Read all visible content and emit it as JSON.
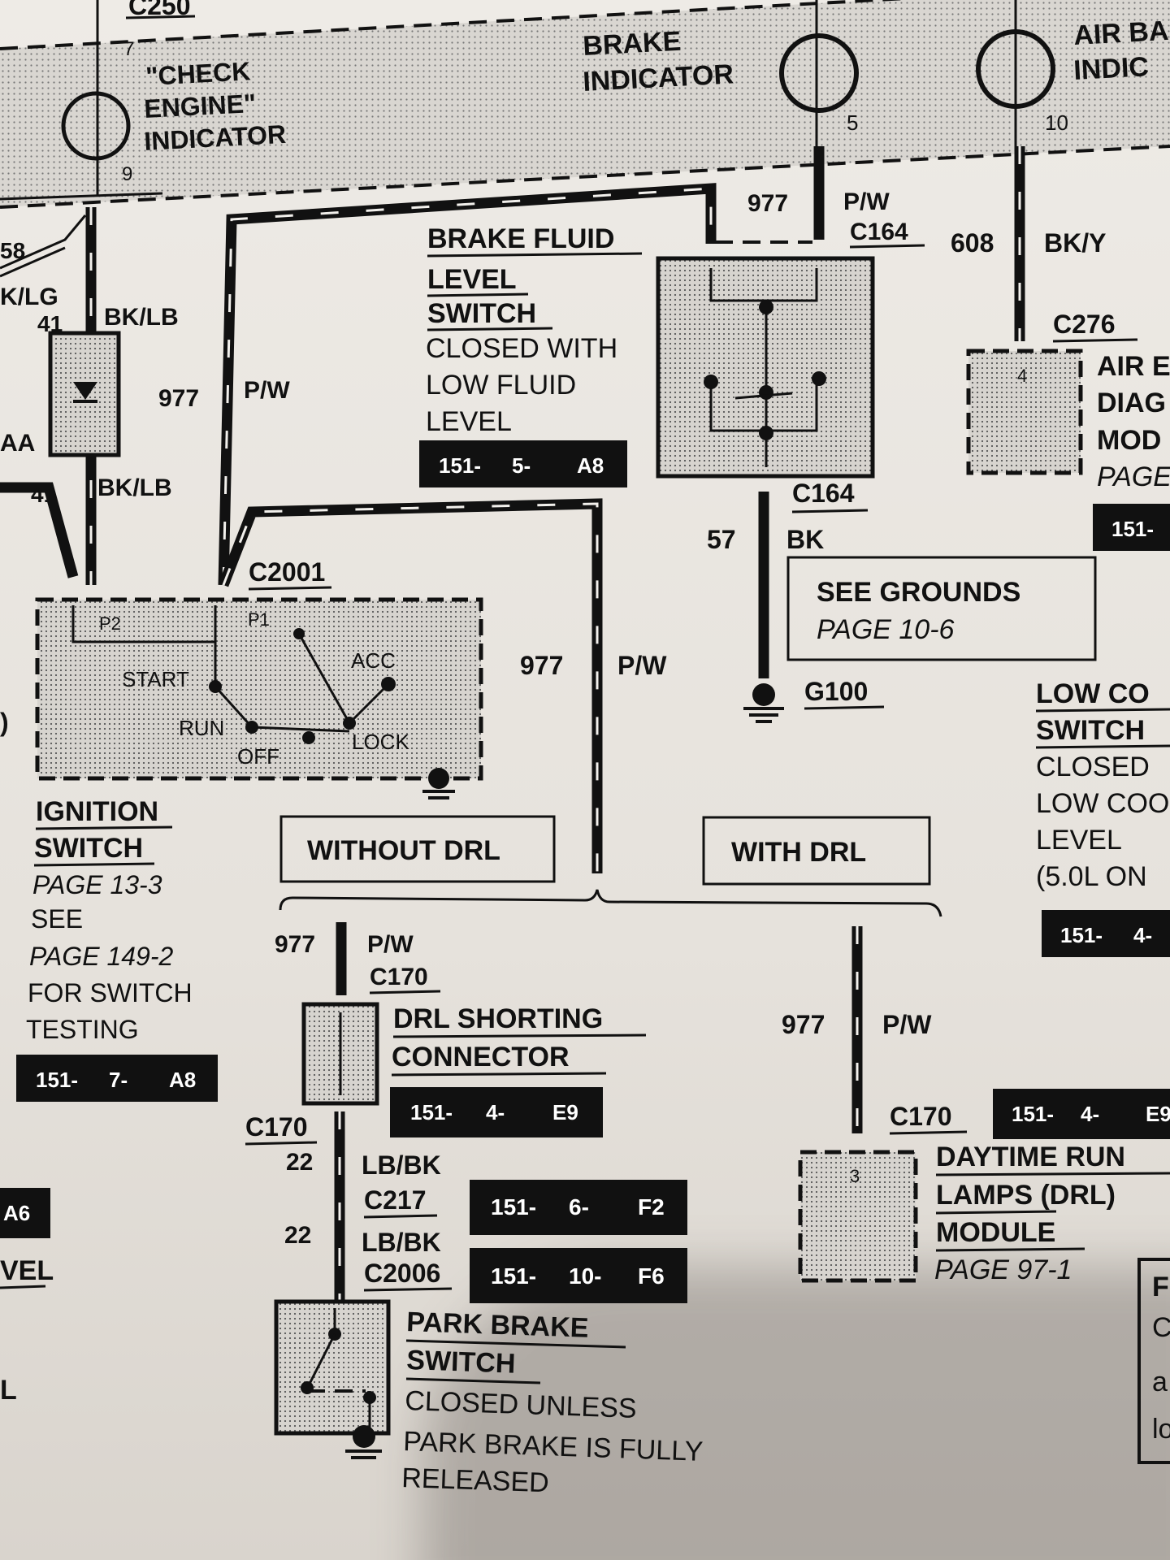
{
  "top_band": {
    "c250": "C250",
    "pin_7": "7",
    "check_engine": [
      "\"CHECK",
      "ENGINE\"",
      "INDICATOR"
    ],
    "pin_9": "9",
    "brake_indicator": [
      "BRAKE",
      "INDICATOR"
    ],
    "pin_5": "5",
    "air_bag_indicator": [
      "AIR BA",
      "INDIC"
    ],
    "pin_10": "10"
  },
  "left_wires": {
    "w58": "58",
    "klg": "K/LG",
    "w41a": "41",
    "bklb_a": "BK/LB",
    "aa": "AA",
    "w41b": "41",
    "bklb_b": "BK/LB",
    "paren": ")"
  },
  "wire_977_left": {
    "num": "977",
    "color": "P/W"
  },
  "brake_fluid_switch": {
    "title": [
      "BRAKE FLUID",
      "LEVEL",
      "SWITCH"
    ],
    "desc": [
      "CLOSED WITH",
      "LOW FLUID",
      "LEVEL"
    ],
    "ref": [
      "151-",
      "5-",
      "A8"
    ]
  },
  "c164_top": {
    "num": "977",
    "color": "P/W",
    "conn": "C164"
  },
  "wire_608": {
    "num": "608",
    "color": "BK/Y"
  },
  "c276": "C276",
  "air_bag_module": {
    "lines": [
      "AIR E",
      "DIAG",
      "MOD",
      "PAGE"
    ],
    "pin": "4",
    "ref": "151-"
  },
  "c164_bottom": {
    "conn": "C164",
    "num": "57",
    "color": "BK"
  },
  "see_grounds": {
    "line1": "SEE GROUNDS",
    "line2": "PAGE 10-6"
  },
  "g100": "G100",
  "c2001": "C2001",
  "ignition_switch": {
    "p2": "P2",
    "p1": "P1",
    "start": "START",
    "acc": "ACC",
    "run": "RUN",
    "off": "OFF",
    "lock": "LOCK",
    "title": [
      "IGNITION",
      "SWITCH"
    ],
    "page": "PAGE 13-3",
    "see": [
      "SEE",
      "PAGE 149-2",
      "FOR SWITCH",
      "TESTING"
    ],
    "ref": [
      "151-",
      "7-",
      "A8"
    ]
  },
  "wire_977_mid": {
    "num": "977",
    "color": "P/W"
  },
  "without_drl": "WITHOUT DRL",
  "with_drl": "WITH DRL",
  "low_coolant": {
    "lines": [
      "LOW CO",
      "SWITCH",
      "CLOSED",
      "LOW COO",
      "LEVEL",
      "(5.0L ON"
    ],
    "ref": [
      "151-",
      "4-"
    ]
  },
  "drl_shorting": {
    "num": "977",
    "color": "P/W",
    "conn": "C170",
    "title": [
      "DRL SHORTING",
      "CONNECTOR"
    ],
    "ref": [
      "151-",
      "4-",
      "E9"
    ]
  },
  "lower_left": {
    "c170": "C170",
    "w22a": "22",
    "lbbk_a": "LB/BK",
    "c217": "C217",
    "w22b": "22",
    "lbbk_b": "LB/BK",
    "c2006": "C2006",
    "ref_c217": [
      "151-",
      "6-",
      "F2"
    ],
    "ref_c2006": [
      "151-",
      "10-",
      "F6"
    ],
    "a6": "A6",
    "vel": "VEL",
    "l": "L"
  },
  "park_brake": {
    "title": [
      "PARK BRAKE",
      "SWITCH"
    ],
    "desc": [
      "CLOSED UNLESS",
      "PARK BRAKE IS FULLY",
      "RELEASED"
    ]
  },
  "drl_right": {
    "num": "977",
    "color": "P/W",
    "conn": "C170",
    "ref": [
      "151-",
      "4-",
      "E9"
    ]
  },
  "drl_module": {
    "pin": "3",
    "title": [
      "DAYTIME RUN",
      "LAMPS (DRL)",
      "MODULE"
    ],
    "page": "PAGE 97-1"
  },
  "right_edge": [
    "F",
    "C",
    "a",
    "lo"
  ]
}
